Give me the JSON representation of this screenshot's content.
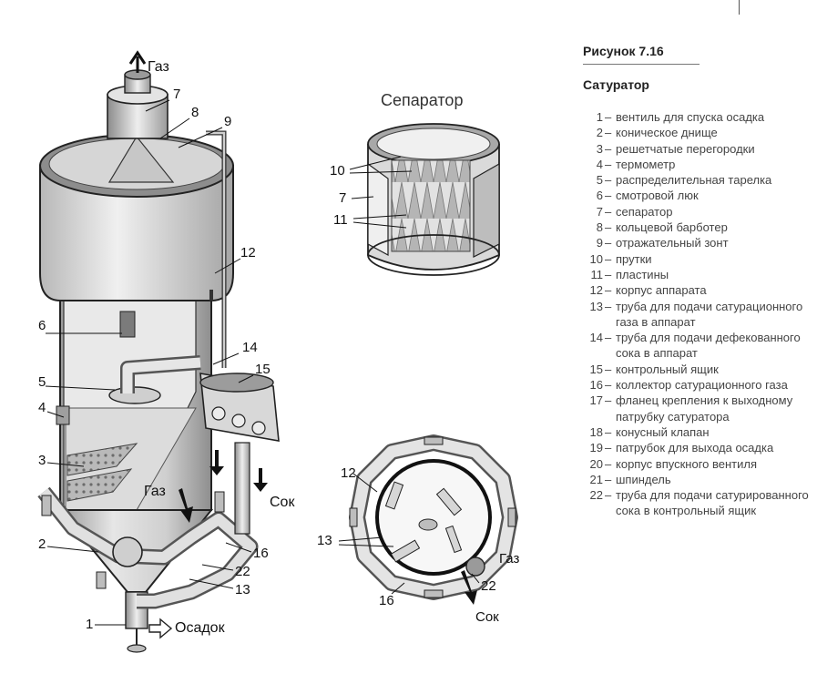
{
  "figure": {
    "number": "Рисунок 7.16",
    "title": "Сатуратор"
  },
  "diagram_labels": {
    "gas_top": "Газ",
    "gas_side": "Газ",
    "juice": "Сок",
    "sediment": "Осадок",
    "separator_title": "Сепаратор",
    "gas_plan": "Газ",
    "juice_plan": "Сок",
    "n1": "1",
    "n2": "2",
    "n3": "3",
    "n4": "4",
    "n5": "5",
    "n6": "6",
    "n7": "7",
    "n8": "8",
    "n9": "9",
    "n12": "12",
    "n13": "13",
    "n14": "14",
    "n15": "15",
    "n16": "16",
    "n22": "22",
    "s7": "7",
    "s10": "10",
    "s11": "11",
    "p12": "12",
    "p13": "13",
    "p16": "16",
    "p22": "22"
  },
  "legend": [
    {
      "num": "1",
      "text": "вентиль для спуска осадка"
    },
    {
      "num": "2",
      "text": "коническое днище"
    },
    {
      "num": "3",
      "text": "решетчатые перегородки"
    },
    {
      "num": "4",
      "text": "термометр"
    },
    {
      "num": "5",
      "text": "распределительная тарелка"
    },
    {
      "num": "6",
      "text": "смотровой люк"
    },
    {
      "num": "7",
      "text": "сепаратор"
    },
    {
      "num": "8",
      "text": "кольцевой барботер"
    },
    {
      "num": "9",
      "text": "отражательный зонт"
    },
    {
      "num": "10",
      "text": "прутки"
    },
    {
      "num": "11",
      "text": "пластины"
    },
    {
      "num": "12",
      "text": "корпус аппарата"
    },
    {
      "num": "13",
      "text": "труба для подачи сатурационного газа в аппарат"
    },
    {
      "num": "14",
      "text": "труба для подачи дефекованного сока в аппарат"
    },
    {
      "num": "15",
      "text": "контрольный ящик"
    },
    {
      "num": "16",
      "text": "коллектор сатурационного газа"
    },
    {
      "num": "17",
      "text": "фланец крепления к выходному патрубку сатуратора"
    },
    {
      "num": "18",
      "text": "конусный клапан"
    },
    {
      "num": "19",
      "text": "патрубок для выхода осадка"
    },
    {
      "num": "20",
      "text": "корпус впускного вентиля"
    },
    {
      "num": "21",
      "text": "шпиндель"
    },
    {
      "num": "22",
      "text": "труба для подачи сатурированного сока в контрольный ящик"
    }
  ]
}
